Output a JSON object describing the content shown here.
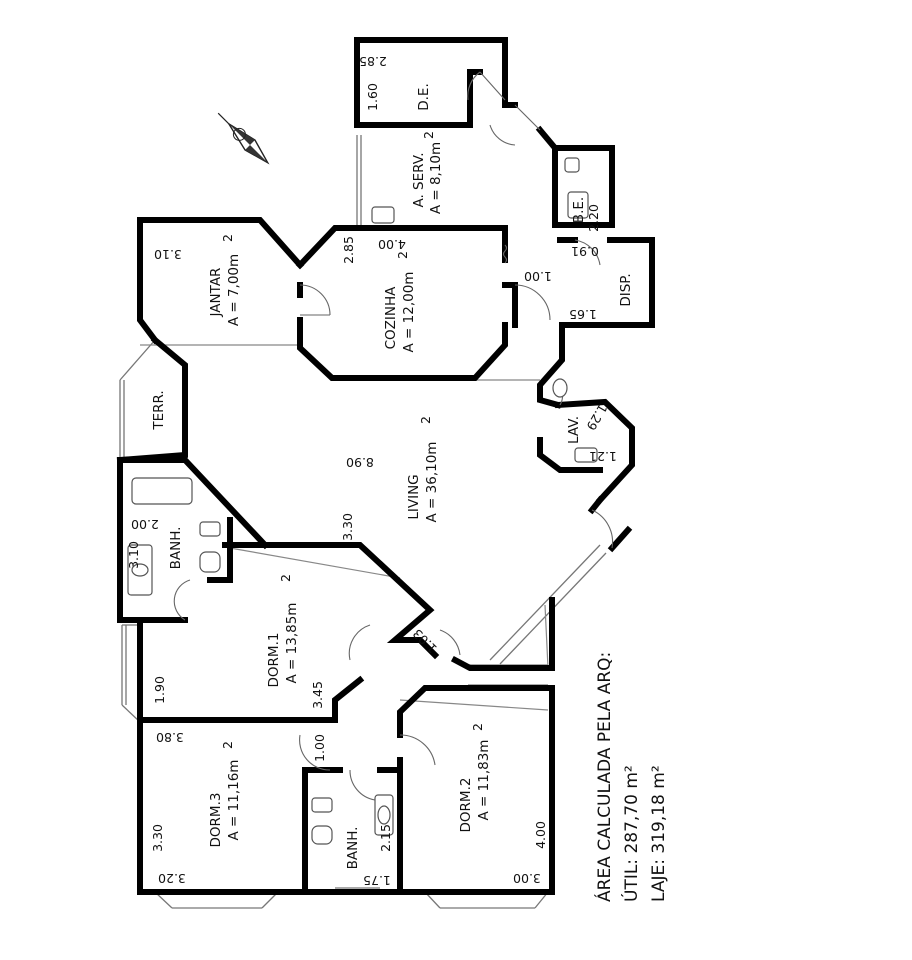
{
  "rooms": {
    "de": {
      "name": "D.E.",
      "dim_a": "2.85",
      "dim_b": "1.60"
    },
    "a_serv": {
      "name": "A. SERV.",
      "area": "A = 8,10m",
      "sup": "2"
    },
    "be": {
      "name": "B.E.",
      "dim_a": "2.20",
      "dim_b": "0.91"
    },
    "disp": {
      "name": "DISP.",
      "dim_a": "1.65"
    },
    "jantar": {
      "name": "JANTAR",
      "area": "A = 7,00m",
      "sup": "2",
      "dim_a": "3.10"
    },
    "cozinha": {
      "name": "COZINHA",
      "area": "A = 12,00m",
      "sup": "2",
      "dim_a": "2.85",
      "dim_b": "4.00",
      "dim_c": "1.00"
    },
    "terr": {
      "name": "TERR."
    },
    "lav": {
      "name": "LAV.",
      "dim_a": "1.29",
      "dim_b": "1.21"
    },
    "living": {
      "name": "LIVING",
      "area": "A = 36,10m",
      "sup": "2",
      "dim_a": "8.90",
      "dim_b": "3.30"
    },
    "banh1": {
      "name": "BANH.",
      "dim_a": "2.00",
      "dim_b": "3.10"
    },
    "dorm1": {
      "name": "DORM.1",
      "area": "A = 13,85m",
      "sup": "2",
      "dim_a": "3.45",
      "dim_b": "1.90",
      "dim_c": "1.03"
    },
    "dorm3": {
      "name": "DORM.3",
      "area": "A = 11,16m",
      "sup": "2",
      "dim_a": "3.80",
      "dim_b": "3.30",
      "dim_c": "3.20"
    },
    "banh2": {
      "name": "BANH.",
      "dim_a": "1.00",
      "dim_b": "2.15",
      "dim_c": "1.75"
    },
    "dorm2": {
      "name": "DORM.2",
      "area": "A = 11,83m",
      "sup": "2",
      "dim_a": "4.00",
      "dim_b": "3.00"
    }
  },
  "summary": {
    "title": "ÁREA CALCULADA PELA ARQ:",
    "util": "ÚTIL: 287,70 m²",
    "laje": "LAJE: 319,18 m²"
  },
  "compass": {
    "icon": "north-arrow-icon"
  }
}
